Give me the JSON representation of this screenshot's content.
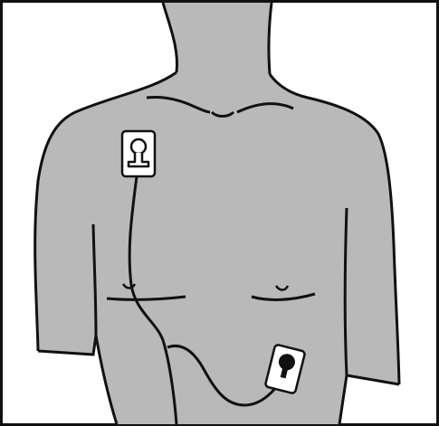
{
  "figure": {
    "subject": "torso",
    "colors": {
      "skin": "#b9b9b9",
      "outline": "#111111",
      "pad": "#ffffff",
      "border": "#111111"
    },
    "pads": [
      {
        "id": "upper-right-chest",
        "style": "outline-connector"
      },
      {
        "id": "lower-left-side",
        "style": "filled-connector"
      }
    ],
    "icons": [
      "electrode-pad-icon",
      "cable"
    ]
  }
}
